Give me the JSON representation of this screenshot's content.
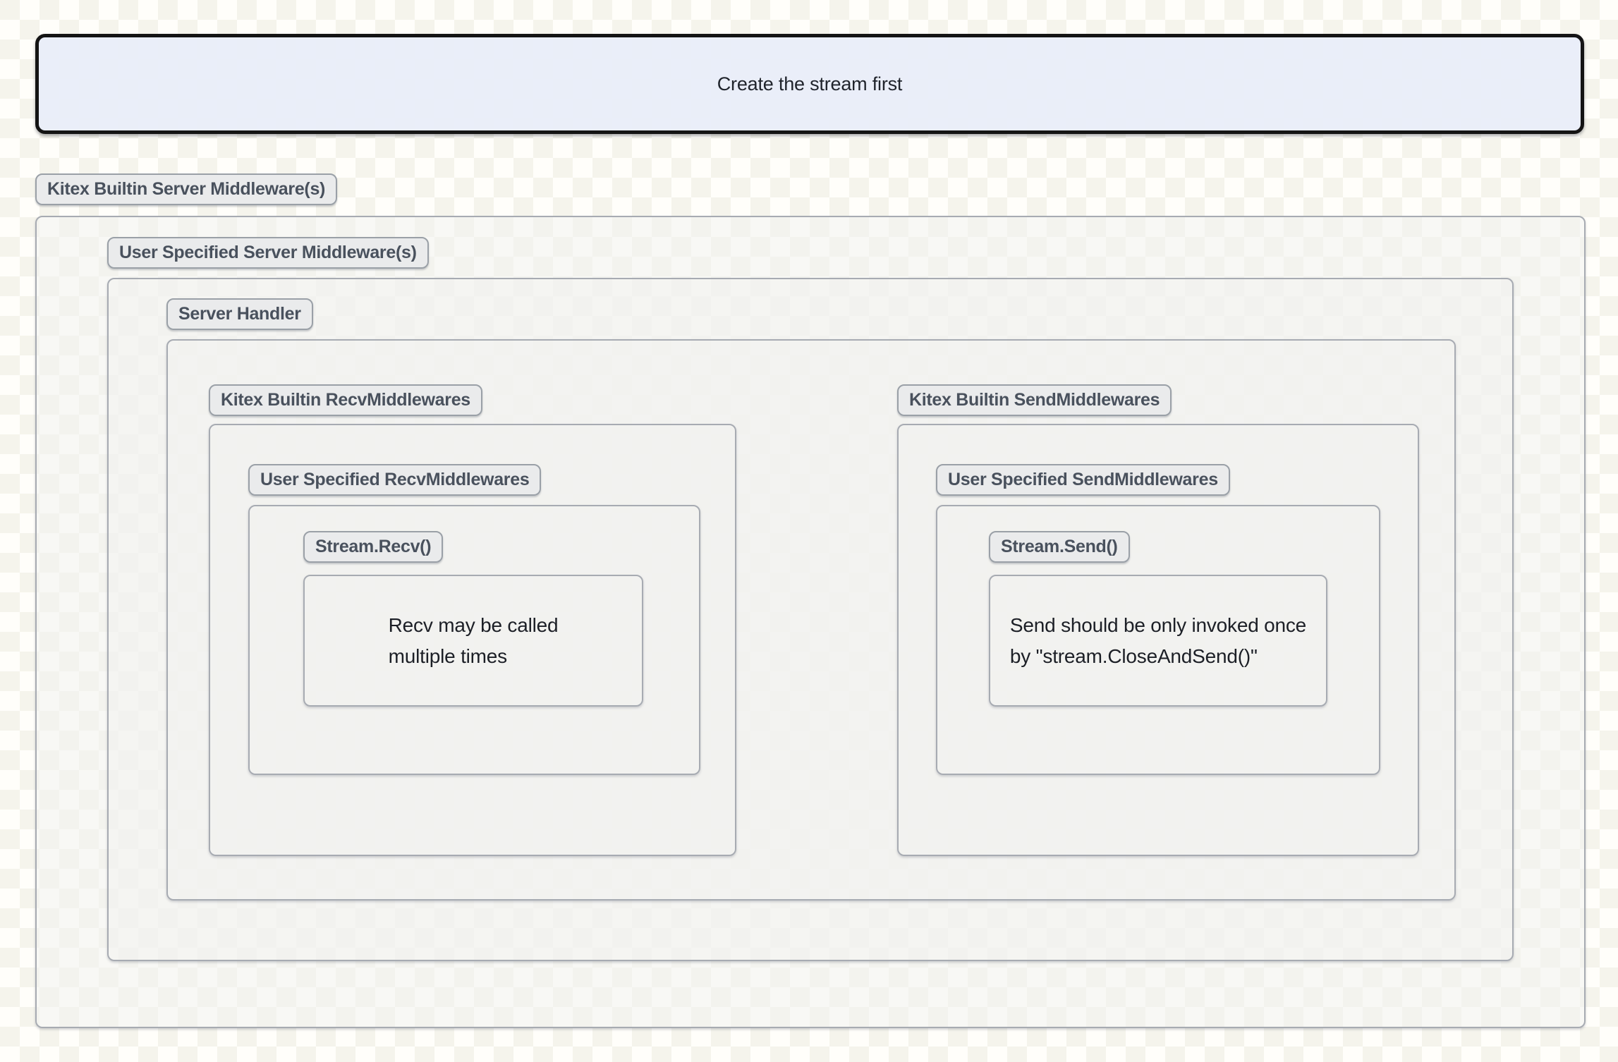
{
  "banner": {
    "text": "Create the stream first"
  },
  "diagram": {
    "outer_label": "Kitex Builtin Server Middleware(s)",
    "user_server_label": "User Specified Server Middleware(s)",
    "server_handler_label": "Server Handler",
    "recv": {
      "builtin_label": "Kitex Builtin RecvMiddlewares",
      "user_label": "User Specified RecvMiddlewares",
      "stream_label": "Stream.Recv()",
      "note_line1": "Recv may be called",
      "note_line2": "multiple times"
    },
    "send": {
      "builtin_label": "Kitex Builtin SendMiddlewares",
      "user_label": "User Specified SendMiddlewares",
      "stream_label": "Stream.Send()",
      "note_line1": "Send should be only invoked once",
      "note_line2": "by \"stream.CloseAndSend()\""
    }
  },
  "colors": {
    "banner_bg": "#e8edf9",
    "banner_border": "#141414",
    "frame_bg": "#f1f2ef",
    "frame_border": "#a7abb2",
    "tag_bg": "#e9eaeb",
    "tag_border": "#9aa0a7",
    "tag_text": "#49515d",
    "note_text": "#1c1f26",
    "page_checker_light": "#fffefa",
    "page_checker_dark": "#f5f4ec"
  }
}
